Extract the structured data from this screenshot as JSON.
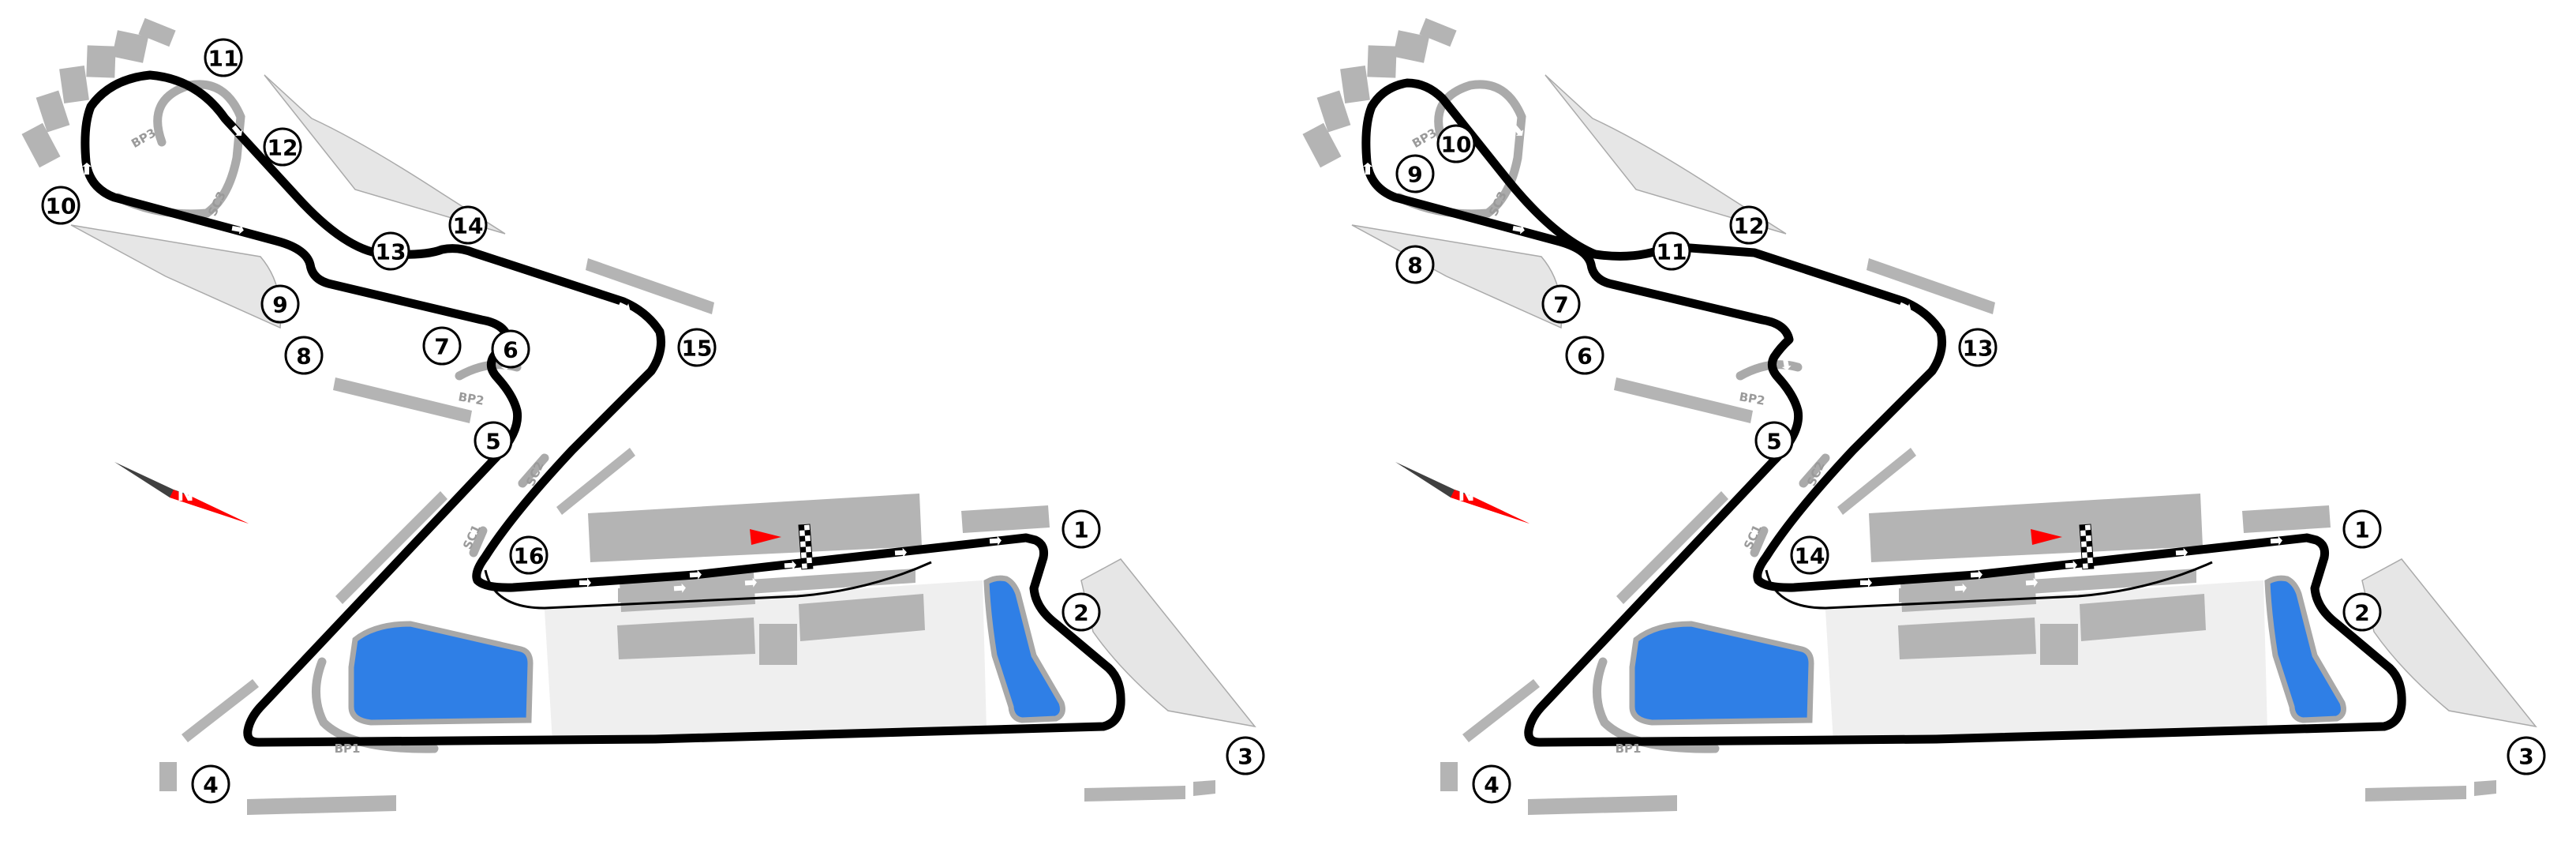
{
  "maps": [
    {
      "name": "layout-left",
      "turns": [
        "1",
        "2",
        "3",
        "4",
        "5",
        "6",
        "7",
        "8",
        "9",
        "10",
        "11",
        "12",
        "13",
        "14",
        "15",
        "16"
      ],
      "labels": [
        "BP1",
        "BP2",
        "BP3",
        "SC1",
        "SC2",
        "SC3"
      ],
      "compass": "N"
    },
    {
      "name": "layout-right",
      "turns": [
        "1",
        "2",
        "3",
        "4",
        "5",
        "6",
        "7",
        "8",
        "9",
        "10",
        "11",
        "12",
        "13",
        "14"
      ],
      "labels": [
        "BP1",
        "BP2",
        "BP3",
        "SC1",
        "SC2",
        "SC3"
      ],
      "compass": "N"
    }
  ],
  "colors": {
    "track": "#000000",
    "water": "#2f7fe6",
    "runoff": "#aaaaaa",
    "compass_north": "#ff0000",
    "compass_south": "#404040",
    "flag": "#ff0000"
  }
}
